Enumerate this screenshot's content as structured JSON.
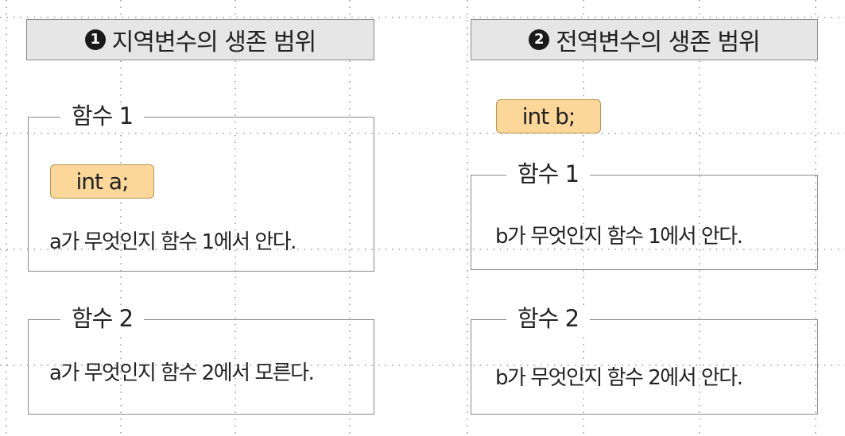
{
  "left": {
    "badge": "1",
    "title": "지역변수의 생존 범위",
    "func1": {
      "label": "함수 1",
      "var": "int a;",
      "desc": "a가 무엇인지 함수 1에서 안다."
    },
    "func2": {
      "label": "함수 2",
      "desc": "a가 무엇인지 함수 2에서 모른다."
    }
  },
  "right": {
    "badge": "2",
    "title": "전역변수의 생존 범위",
    "global_var": "int b;",
    "func1": {
      "label": "함수 1",
      "desc": "b가 무엇인지 함수 1에서 안다."
    },
    "func2": {
      "label": "함수 2",
      "desc": "b가 무엇인지 함수 2에서 안다."
    }
  },
  "colors": {
    "variable_fill": "#fcd79a",
    "header_fill": "#e6e6e6",
    "border": "#8a8a8a"
  }
}
